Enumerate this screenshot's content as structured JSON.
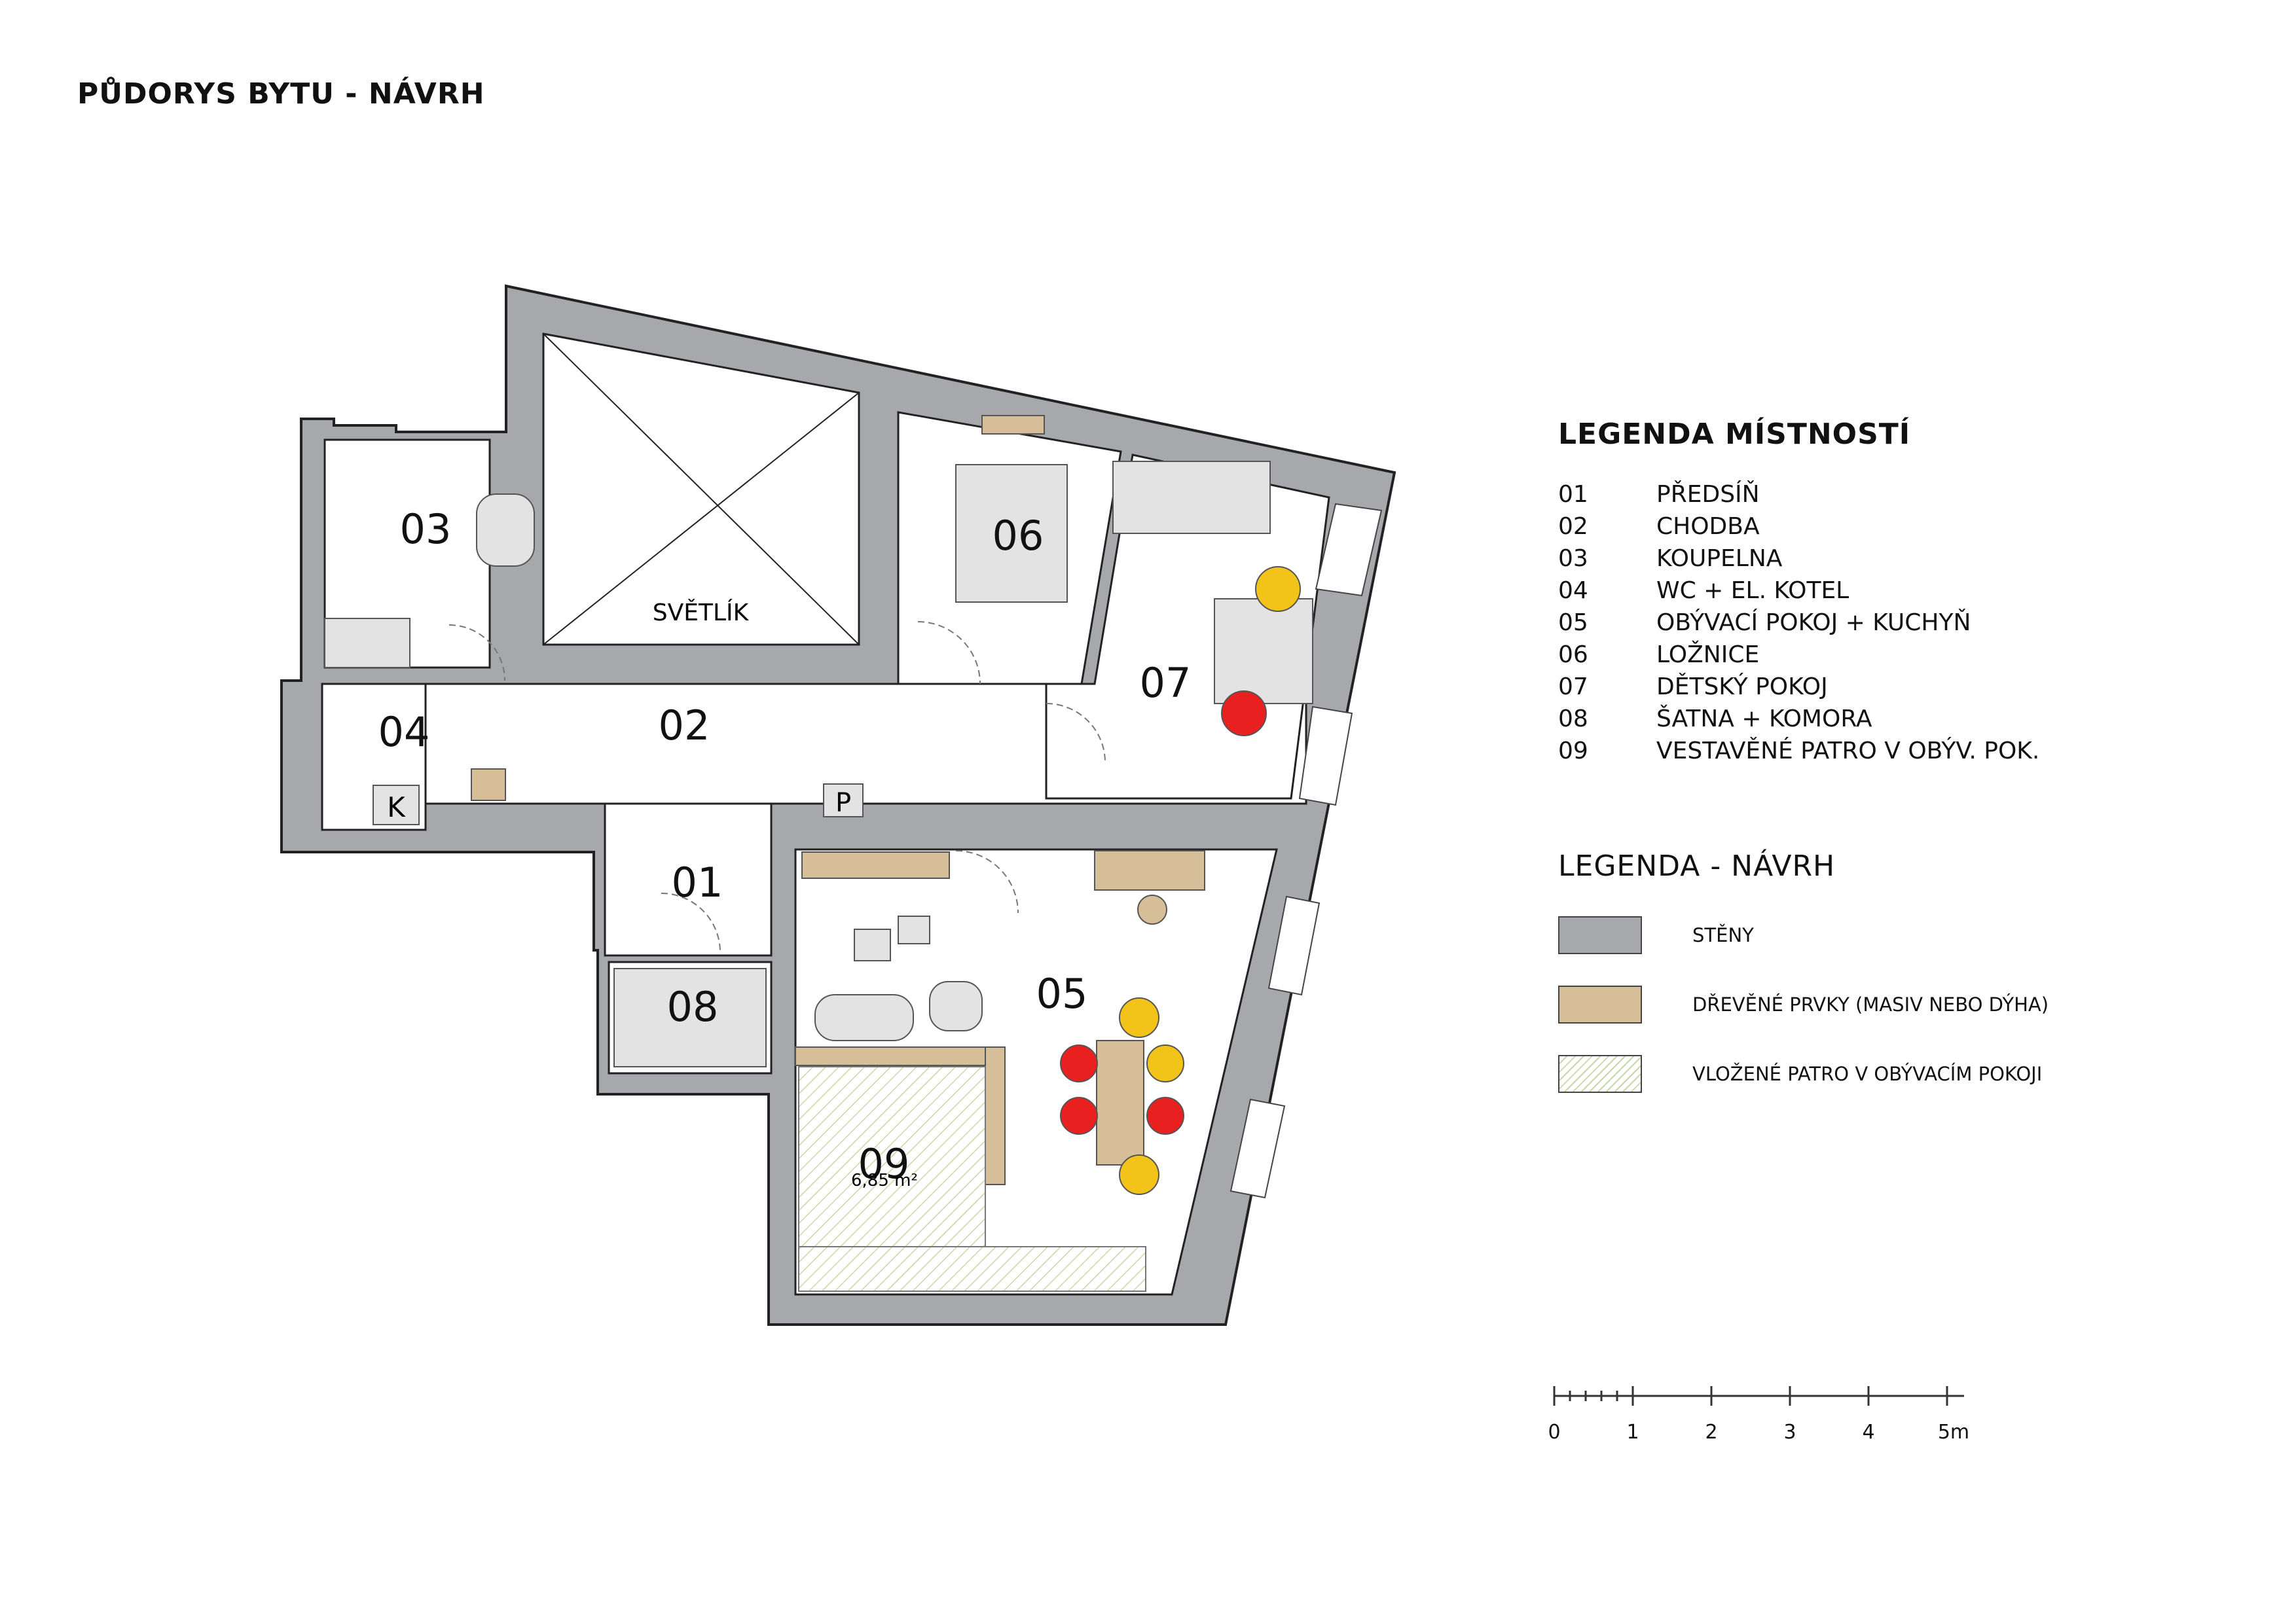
{
  "title": "PŮDORYS BYTU - NÁVRH",
  "plan": {
    "light_well_label": "SVĚTLÍK",
    "room_numbers": [
      "01",
      "02",
      "03",
      "04",
      "05",
      "06",
      "07",
      "08",
      "09"
    ],
    "boiler_label": "K",
    "p_label": "P",
    "area_09_label": "6,85 m²"
  },
  "legend_rooms": {
    "title": "LEGENDA MÍSTNOSTÍ",
    "items": [
      {
        "code": "01",
        "name": "PŘEDSÍŇ"
      },
      {
        "code": "02",
        "name": "CHODBA"
      },
      {
        "code": "03",
        "name": "KOUPELNA"
      },
      {
        "code": "04",
        "name": "WC + EL. KOTEL"
      },
      {
        "code": "05",
        "name": "OBÝVACÍ POKOJ + KUCHYŇ"
      },
      {
        "code": "06",
        "name": "LOŽNICE"
      },
      {
        "code": "07",
        "name": "DĚTSKÝ POKOJ"
      },
      {
        "code": "08",
        "name": "ŠATNA + KOMORA"
      },
      {
        "code": "09",
        "name": "VESTAVĚNÉ PATRO V OBÝV. POK."
      }
    ]
  },
  "legend_design": {
    "title": "LEGENDA - NÁVRH",
    "items": [
      {
        "label": "STĚNY",
        "color": "#a7a8ab"
      },
      {
        "label": "DŘEVĚNÉ PRVKY (MASIV NEBO DÝHA)",
        "color": "#d6bf98"
      },
      {
        "label": "VLOŽENÉ PATRO V OBÝVACÍM POKOJI",
        "color": "#c9d7a7"
      }
    ]
  },
  "scale_bar": {
    "labels": [
      "0",
      "1",
      "2",
      "3",
      "4",
      "5m"
    ]
  },
  "colors": {
    "wall": "#a7a8ab",
    "wood": "#d6bf98",
    "hatch": "#c9d7a7",
    "chair_yellow": "#f2c318",
    "chair_red": "#e8201f",
    "furniture": "#e3e3e3"
  }
}
